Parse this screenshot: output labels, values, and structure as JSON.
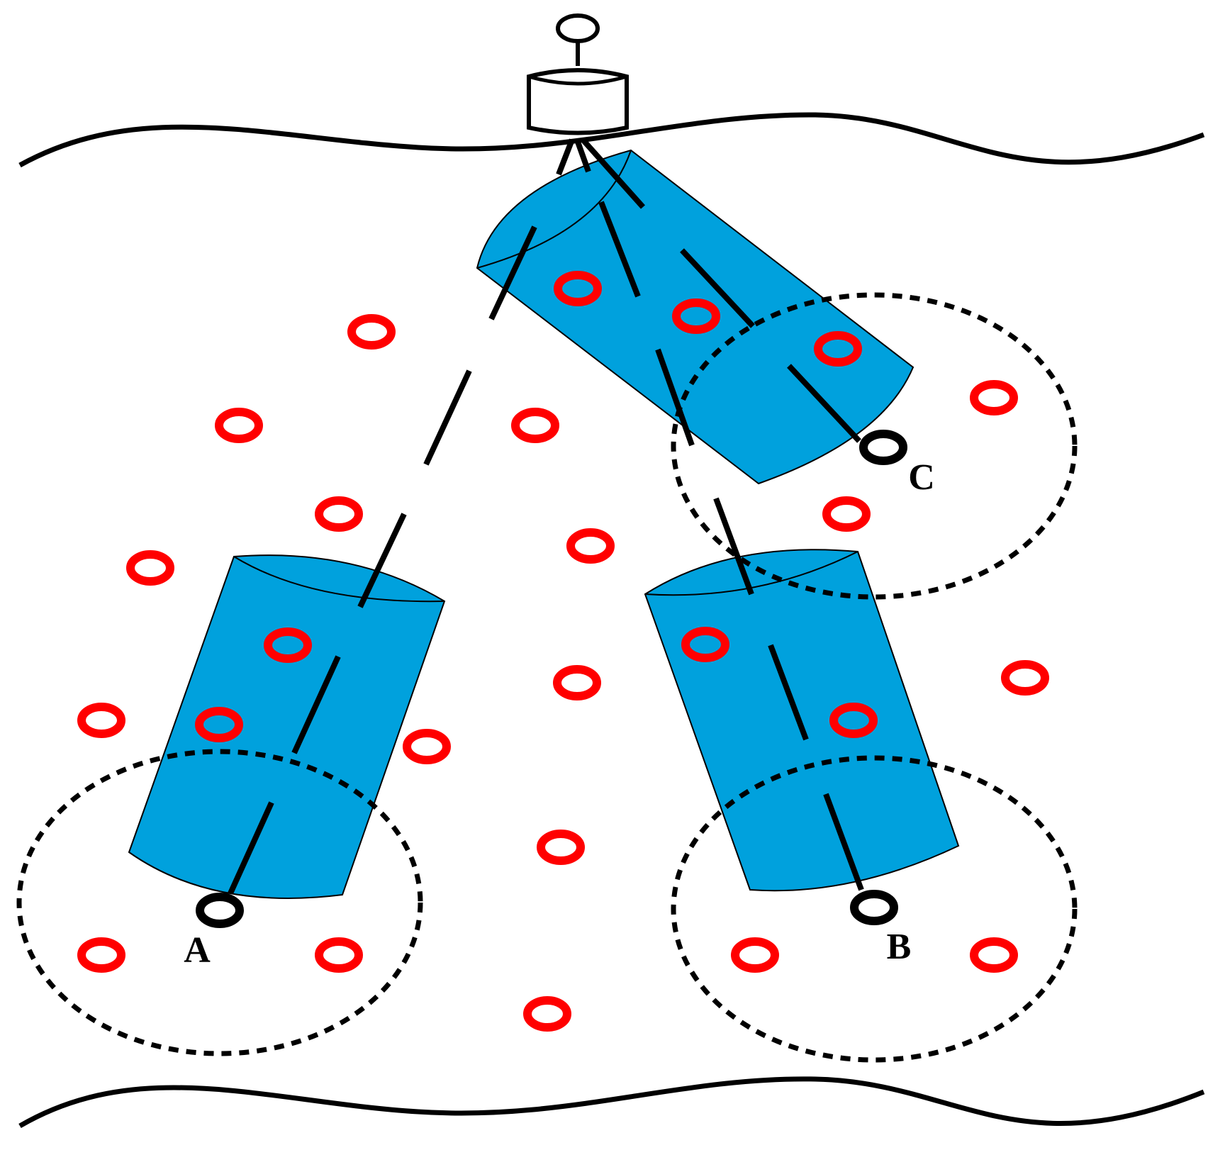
{
  "labels": {
    "a": "A",
    "b": "B",
    "c": "C"
  },
  "colors": {
    "cylinder_fill": "#00A1DD",
    "sensor_node_ring": "#FF0000",
    "outline": "#000000",
    "background": "#FFFFFF"
  },
  "elements": {
    "surface_buoy": "buoy-icon",
    "sensor_nodes": "red-ring-node",
    "target_nodes": [
      "A",
      "B",
      "C"
    ],
    "coverage_regions": "dashed-ellipse",
    "beam_cylinders": "blue-cylinder"
  }
}
